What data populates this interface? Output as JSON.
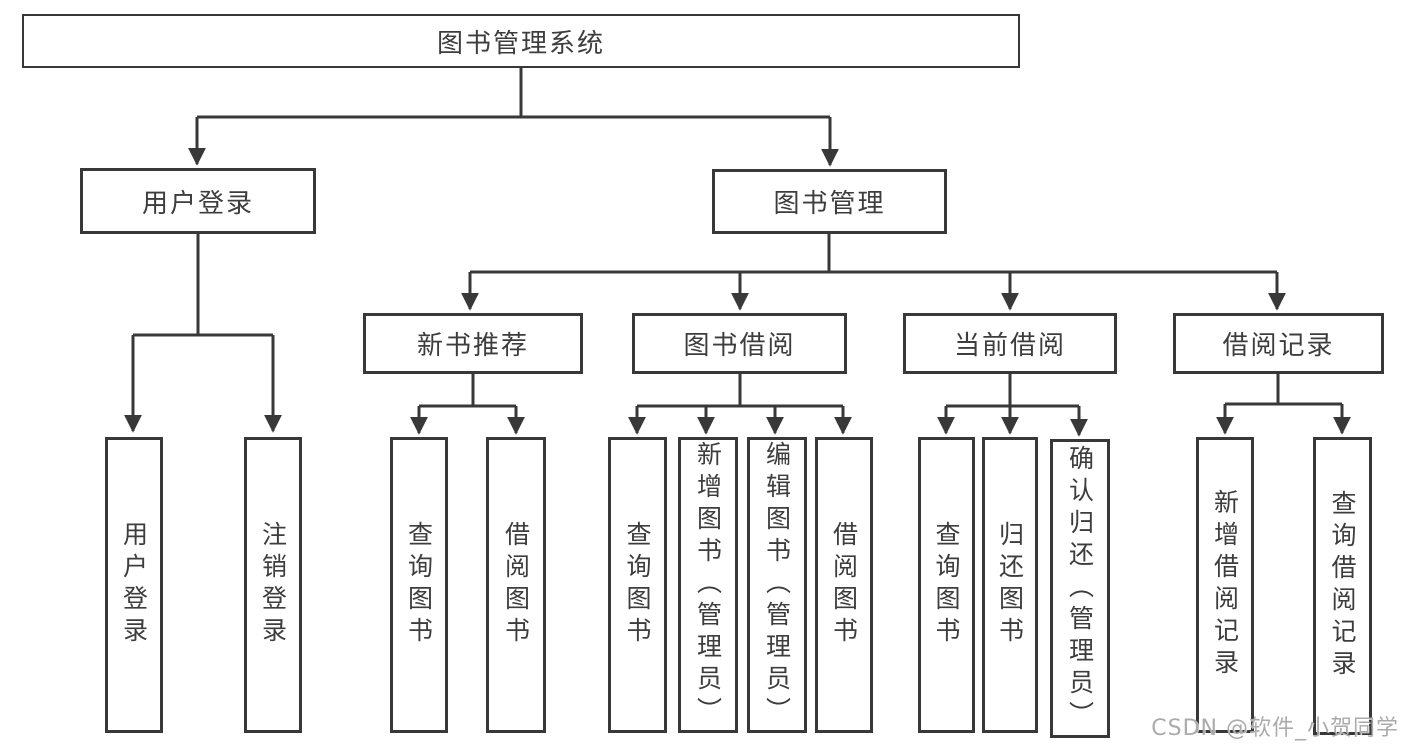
{
  "diagram_title": "图书管理系统",
  "nodes": {
    "root": "图书管理系统",
    "level2": {
      "user_login": "用户登录",
      "book_mgmt": "图书管理"
    },
    "level3": {
      "new_book_rec": "新书推荐",
      "book_borrow": "图书借阅",
      "current_borrow": "当前借阅",
      "borrow_record": "借阅记录"
    },
    "leaves": {
      "user_login_children": {
        "login": "用户登录",
        "logout": "注销登录"
      },
      "new_book_rec_children": {
        "query_book": "查询图书",
        "borrow_book": "借阅图书"
      },
      "book_borrow_children": {
        "query_book": "查询图书",
        "add_book": "新增图书（管理员）",
        "edit_book": "编辑图书（管理员）",
        "borrow_book": "借阅图书"
      },
      "current_borrow_children": {
        "query_book": "查询图书",
        "return_book": "归还图书",
        "confirm_return": "确认归还（管理员）"
      },
      "borrow_record_children": {
        "add_record": "新增借阅记录",
        "query_record": "查询借阅记录"
      }
    }
  },
  "watermark": "CSDN @软件_小贺同学",
  "colors": {
    "line": "#383838",
    "text": "#3d3d3d",
    "background": "#ffffff",
    "watermark": "#ababab"
  }
}
